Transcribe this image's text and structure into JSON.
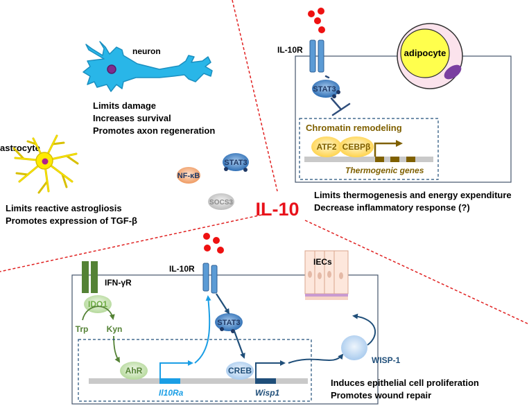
{
  "center": {
    "title": "IL-10"
  },
  "colors": {
    "il10": "#e8111a",
    "receptor": "#5b9bd5",
    "stat3": "#3a6ea8",
    "dark_blue": "#1f4e79",
    "green": "#70ad47",
    "dark_green": "#548235",
    "brown": "#7f6000",
    "gold": "#ffd966",
    "neuron": "#29b6e8",
    "astrocyte": "#ffeb00",
    "adipocyte": "#ffff4d"
  },
  "neuron_panel": {
    "cell_label": "neuron",
    "effects": [
      "Limits damage",
      "Increases survival",
      "Promotes axon regeneration"
    ]
  },
  "astrocyte_panel": {
    "cell_label": "astrocyte",
    "effects": [
      "Limits reactive astrogliosis",
      "Promotes expression of TGF-β"
    ]
  },
  "signaling": {
    "nfkb": "NF-κB",
    "stat3": "STAT3",
    "socs3": "SOCS3"
  },
  "adipose_panel": {
    "receptor_label": "IL-10R",
    "cell_label": "adipocyte",
    "stat3": "STAT3",
    "chromatin_title": "Chromatin remodeling",
    "atf2": "ATF2",
    "cebpb": "CEBPβ",
    "genes": "Thermogenic genes",
    "effects": [
      "Limits thermogenesis and energy expenditure",
      "Decrease inflammatory response (?)"
    ]
  },
  "gut_panel": {
    "ifn_label": "IFN-γR",
    "receptor_label": "IL-10R",
    "iecs_label": "IECs",
    "ido1": "IDO1",
    "trp": "Trp",
    "kyn": "Kyn",
    "ahr": "AhR",
    "stat3": "STAT3",
    "creb": "CREB",
    "gene_il10ra": "Il10Ra",
    "gene_wisp1": "Wisp1",
    "wisp1_protein": "WISP-1",
    "effects": [
      "Induces epithelial cell proliferation",
      "Promotes wound repair"
    ]
  }
}
